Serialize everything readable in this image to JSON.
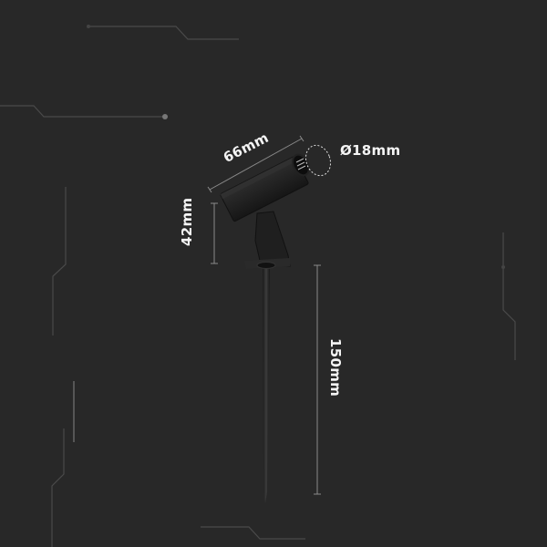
{
  "product": {
    "name": "garden spike light",
    "color": "#1e1e1e"
  },
  "dimensions": {
    "length": "66mm",
    "diameter": "Ø18mm",
    "head_height": "42mm",
    "spike_length": "150mm"
  },
  "colors": {
    "background": "#282828",
    "circuit_line": "#4a4a4a",
    "dimension_line": "#8a8a8a",
    "label_text": "#f4f4f4"
  }
}
